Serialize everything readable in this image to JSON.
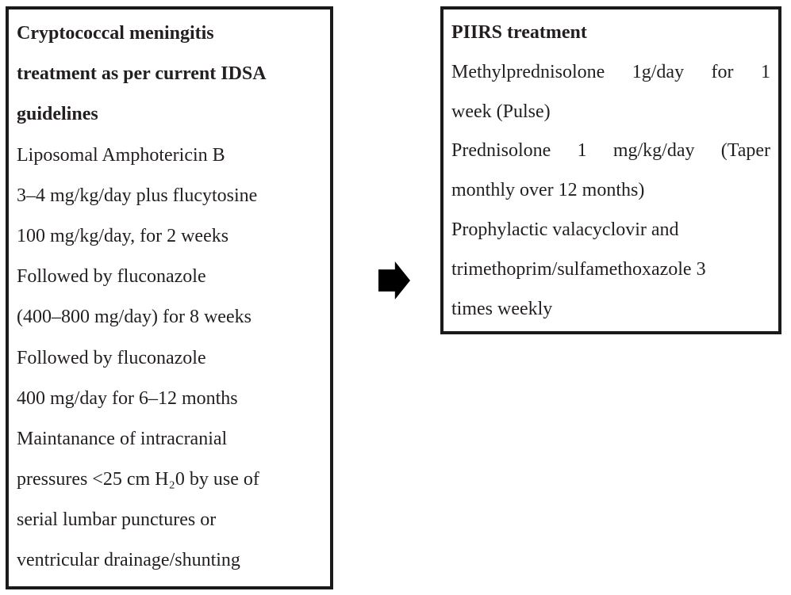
{
  "colors": {
    "border": "#1a1a1a",
    "text": "#231f20",
    "background": "#ffffff",
    "arrow": "#000000"
  },
  "left_box": {
    "title_lines": [
      "Cryptococcal meningitis",
      "treatment as per current IDSA",
      "guidelines"
    ],
    "body_lines": [
      "Liposomal Amphotericin B",
      "3–4 mg/kg/day plus flucytosine",
      "100 mg/kg/day, for 2 weeks",
      "Followed by fluconazole",
      "(400–800 mg/day) for 8 weeks",
      "Followed by fluconazole",
      "400 mg/day for 6–12 months",
      "Maintanance of intracranial",
      "pressures <25 cm H₂0 by use of",
      "serial lumbar punctures or",
      "ventricular drainage/shunting"
    ]
  },
  "arrow": {
    "direction": "right"
  },
  "right_box": {
    "title_lines": [
      "PIIRS treatment"
    ],
    "body_lines": [
      "Methylprednisolone 1g/day for 1",
      "week (Pulse)",
      "Prednisolone 1 mg/kg/day (Taper",
      "monthly over 12 months)",
      "Prophylactic valacyclovir and",
      "trimethoprim/sulfamethoxazole 3",
      "times weekly"
    ]
  }
}
